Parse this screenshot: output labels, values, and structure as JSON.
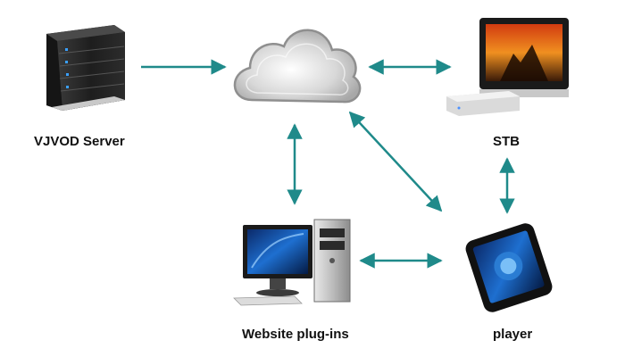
{
  "nodes": {
    "server": {
      "label": "VJVOD Server",
      "icon": "server-icon"
    },
    "cloud": {
      "label": "",
      "icon": "cloud-icon"
    },
    "stb": {
      "label": "STB",
      "icon": "tv-set-top-box-icon"
    },
    "website": {
      "label": "Website plug-ins",
      "icon": "desktop-computer-icon"
    },
    "player": {
      "label": "player",
      "icon": "smartphone-icon"
    }
  },
  "connections": [
    {
      "from": "server",
      "to": "cloud",
      "direction": "one-way"
    },
    {
      "from": "cloud",
      "to": "stb",
      "direction": "two-way"
    },
    {
      "from": "cloud",
      "to": "website",
      "direction": "two-way"
    },
    {
      "from": "cloud",
      "to": "player",
      "direction": "two-way"
    },
    {
      "from": "stb",
      "to": "player",
      "direction": "two-way"
    },
    {
      "from": "website",
      "to": "player",
      "direction": "two-way"
    }
  ],
  "colors": {
    "arrow": "#1f8a8a",
    "text": "#111111",
    "background": "#ffffff"
  }
}
